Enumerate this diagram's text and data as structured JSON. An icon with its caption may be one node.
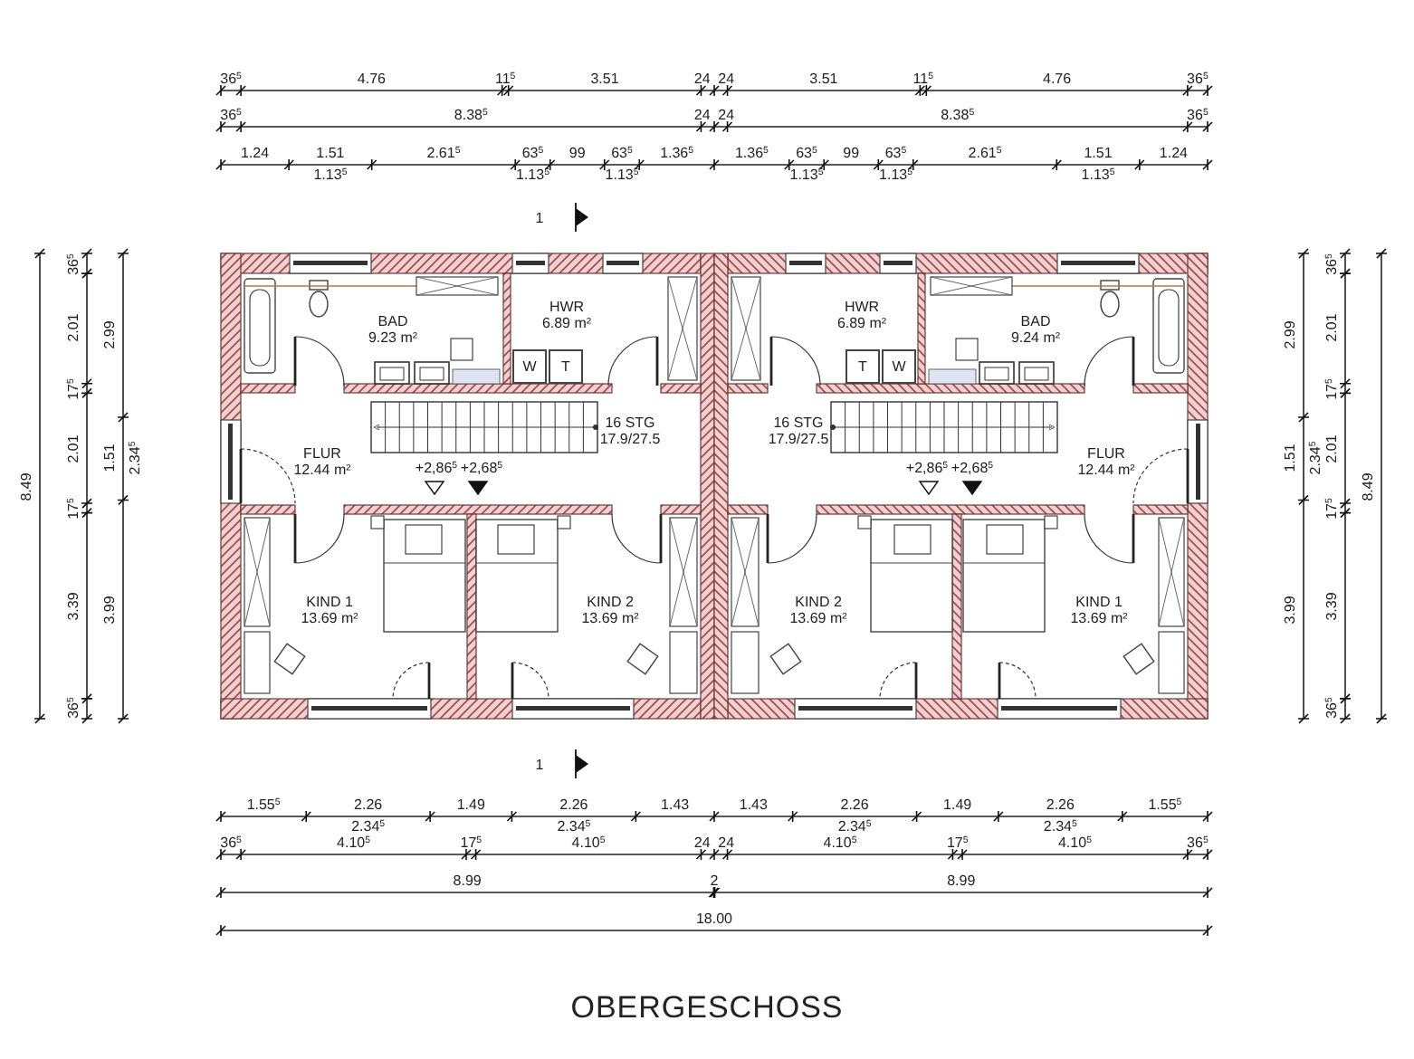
{
  "diagram": {
    "title": "OBERGESCHOSS",
    "nodes": [
      {
        "text": [
          "BAD",
          "9.23 m²"
        ]
      },
      {
        "text": [
          "HWR",
          "6.89 m²"
        ]
      },
      {
        "text": [
          "W"
        ],
        "in": 1
      },
      {
        "text": [
          "T"
        ],
        "in": 1
      },
      {
        "text": [
          "HWR",
          "6.89 m²"
        ]
      },
      {
        "text": [
          "T"
        ],
        "in": 4
      },
      {
        "text": [
          "W"
        ],
        "in": 4
      },
      {
        "text": [
          "BAD",
          "9.24 m²"
        ]
      },
      {
        "text": [
          "FLUR",
          "12.44 m²"
        ]
      },
      {
        "text": [
          "FLUR",
          "12.44 m²"
        ]
      },
      {
        "text": [
          "KIND 1",
          "13.69 m²"
        ]
      },
      {
        "text": [
          "KIND 2",
          "13.69 m²"
        ]
      },
      {
        "text": [
          "KIND 2",
          "13.69 m²"
        ]
      },
      {
        "text": [
          "KIND 1",
          "13.69 m²"
        ]
      }
    ],
    "labels": [
      "36$^{5}$",
      "4.76",
      "11$^{5}$",
      "3.51",
      "24",
      "24",
      "3.51",
      "11$^{5}$",
      "4.76",
      "36$^{5}$",
      "36$^{5}$",
      "8.38$^{5}$",
      "24",
      "24",
      "8.38$^{5}$",
      "36$^{5}$",
      "1.24",
      "1.51",
      "2.61$^{5}$",
      "63$^{5}$",
      "99",
      "63$^{5}$",
      "1.36$^{5}$",
      "1.36$^{5}$",
      "63$^{5}$",
      "99",
      "63$^{5}$",
      "2.61$^{5}$",
      "1.51",
      "1.24",
      "1.13$^{5}$",
      "1.13$^{5}$",
      "1.13$^{5}$",
      "1.13$^{5}$",
      "1.13$^{5}$",
      "1.13$^{5}$",
      "1",
      "16 STG 17.9/27.5",
      "+2,86$^{5}$",
      "+2,68$^{5}$",
      "16 STG 17.9/27.5",
      "+2,86$^{5}$",
      "+2,68$^{5}$",
      "8.49",
      "36$^{5}$",
      "2.01",
      "17$^{5}$",
      "2.01",
      "17$^{5}$",
      "3.39",
      "36$^{5}$",
      "2.99",
      "1.51",
      "2.34$^{5}$",
      "3.99",
      "2.99",
      "1.51",
      "2.34$^{5}$",
      "3.99",
      "36$^{5}$",
      "2.01",
      "17$^{5}$",
      "2.01",
      "17$^{5}$",
      "3.39",
      "36$^{5}$",
      "8.49",
      "1",
      "1.55$^{5}$",
      "2.26",
      "1.49",
      "2.26",
      "1.43",
      "1.43",
      "2.26",
      "1.49",
      "2.26",
      "1.55$^{5}$",
      "2.34$^{5}$",
      "2.34$^{5}$",
      "2.34$^{5}$",
      "2.34$^{5}$",
      "36$^{5}$",
      "4.10$^{5}$",
      "17$^{5}$",
      "4.10$^{5}$",
      "24",
      "24",
      "4.10$^{5}$",
      "17$^{5}$",
      "4.10$^{5}$",
      "36$^{5}$",
      "8.99",
      "2",
      "8.99",
      "18.00"
    ]
  }
}
